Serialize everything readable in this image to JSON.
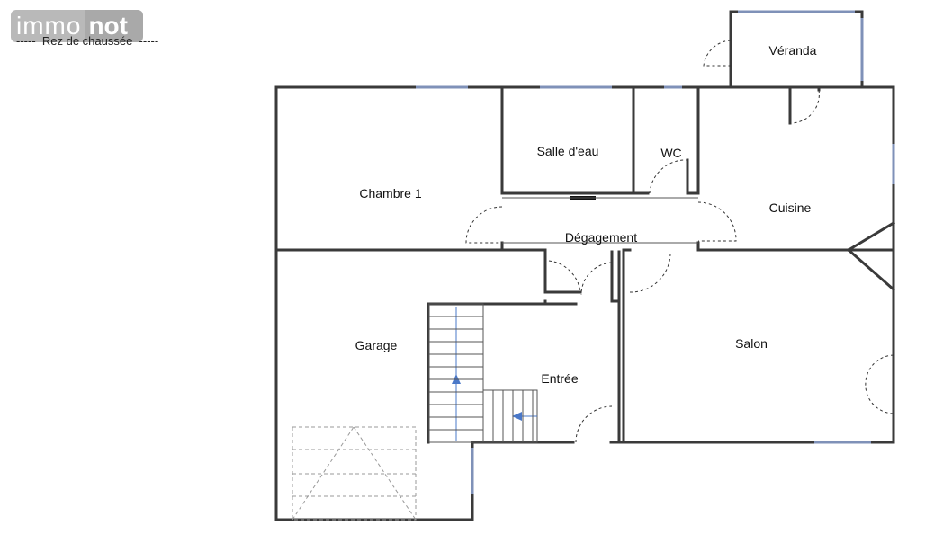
{
  "logo": {
    "part1": "immo",
    "part2": "not"
  },
  "subtitle": "-----  Rez de chaussée  -----",
  "rooms": {
    "veranda": "Véranda",
    "chambre1": "Chambre 1",
    "salle_eau": "Salle d'eau",
    "wc": "WC",
    "cuisine": "Cuisine",
    "degagement": "Dégagement",
    "garage": "Garage",
    "entree": "Entrée",
    "salon": "Salon"
  },
  "colors": {
    "walls": "#3a3a3a",
    "windows": "#7f91b8",
    "arrows": "#4a78c8"
  }
}
